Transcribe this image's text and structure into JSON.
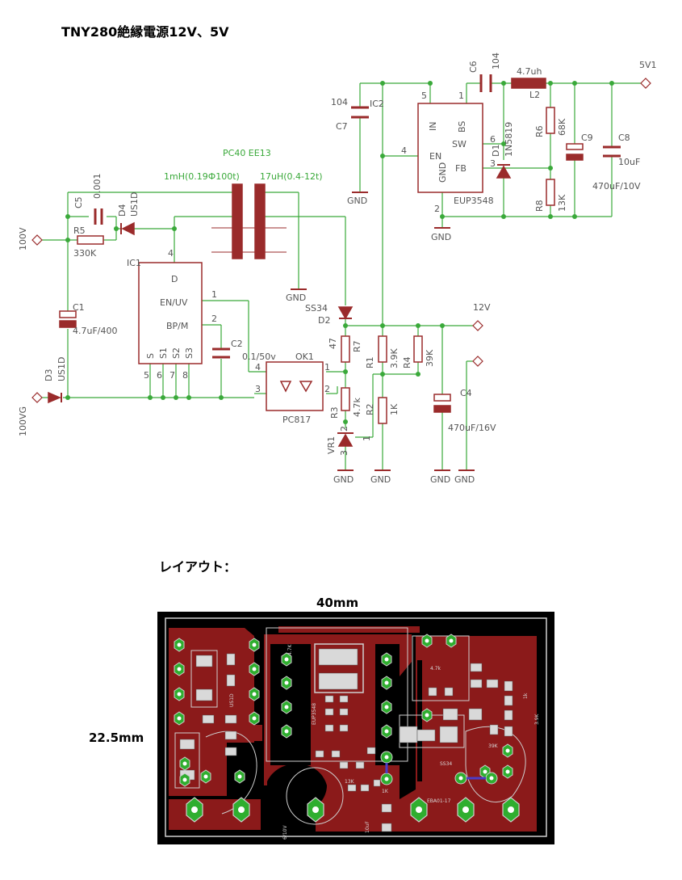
{
  "page_title": "TNY280絶縁電源12V、5V",
  "layout_title": "レイアウト：",
  "pcb": {
    "width_label": "40mm",
    "height_label": "22.5mm",
    "silk": {
      "r_47k": "4.7k",
      "ic_eup": "EUP3548",
      "l_47k": "4.7K",
      "us1d": "US1D",
      "r_13k": "13K",
      "ss34": "SS34",
      "r_1k": "1k",
      "r_39k": "3.9K",
      "r_39k2": "39K",
      "c_10v": "6/10V",
      "c_10uf": "10uF",
      "ic_ad": "EBA01-17",
      "r_1k2": "1K"
    }
  },
  "schematic": {
    "c5": {
      "name": "C5",
      "value": "0.001"
    },
    "d4": {
      "name": "D4",
      "value": "US1D"
    },
    "r5": {
      "name": "R5",
      "value": "330K"
    },
    "c1": {
      "name": "C1",
      "value": "4.7uF/400"
    },
    "d3": {
      "name": "D3",
      "value": "US1D"
    },
    "vin": "100V",
    "vin_gnd": "100VG",
    "transformer": {
      "name": "PC40 EE13",
      "primary": "1mH(0.19Ф100t)",
      "secondary": "17uH(0.4-12t)"
    },
    "ic1": {
      "name": "IC1",
      "pin_d": "D",
      "pin_en": "EN/UV",
      "pin_bp": "BP/M",
      "pin_s": "S",
      "pin_s1": "S1",
      "pin_s2": "S2",
      "pin_s3": "S3",
      "n1": "1",
      "n2": "2",
      "n4": "4",
      "n5": "5",
      "n6": "6",
      "n7": "7",
      "n8": "8"
    },
    "c2": {
      "name": "C2",
      "value": "0.1/50v"
    },
    "ok1": {
      "name": "OK1",
      "value": "PC817",
      "n1": "1",
      "n2": "2",
      "n3": "3",
      "n4": "4"
    },
    "d2": {
      "name": "D2",
      "value": "SS34"
    },
    "r7": {
      "name": "R7",
      "value": "47"
    },
    "r3": {
      "name": "R3",
      "value": "4.7k"
    },
    "vr1": {
      "name": "VR1",
      "n1": "1",
      "n2": "2",
      "n3": "3"
    },
    "r1": {
      "name": "R1",
      "value": "3.9K"
    },
    "r4": {
      "name": "R4",
      "value": "39K"
    },
    "r2": {
      "name": "R2",
      "value": "1K"
    },
    "c4": {
      "name": "C4",
      "value": "470uF/16V"
    },
    "out12": "12V",
    "c7": {
      "name": "C7",
      "value": "104"
    },
    "ic2": {
      "name": "IC2",
      "value": "EUP3548",
      "pin_in": "IN",
      "pin_en": "EN",
      "pin_gnd": "GND",
      "pin_bs": "BS",
      "pin_sw": "SW",
      "pin_fb": "FB",
      "n1": "1",
      "n2": "2",
      "n3": "3",
      "n4": "4",
      "n5": "5",
      "n6": "6"
    },
    "c6": {
      "name": "C6",
      "value": "104"
    },
    "l2": {
      "name": "L2",
      "value": "4.7uh"
    },
    "d1": {
      "name": "D1",
      "value": "1N5819"
    },
    "r6": {
      "name": "R6",
      "value": "68K"
    },
    "r8": {
      "name": "R8",
      "value": "13K"
    },
    "c9": {
      "name": "C9",
      "value": "470uF/10V"
    },
    "c8": {
      "name": "C8",
      "value": "10uF"
    },
    "out5": "5V1",
    "gnd": "GND"
  }
}
